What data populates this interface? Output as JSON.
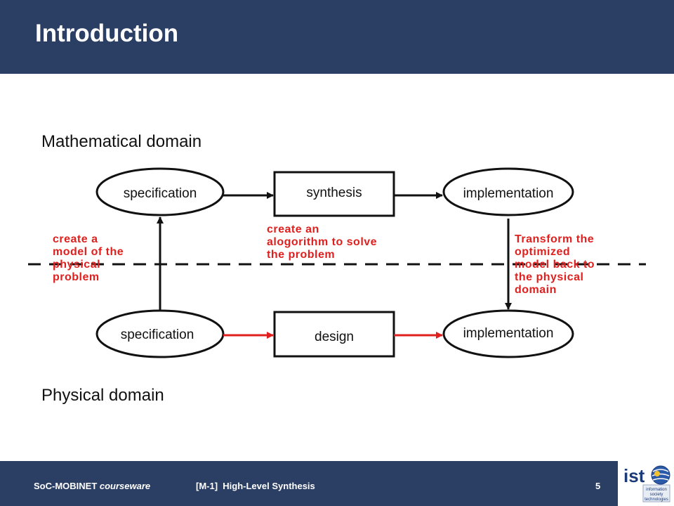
{
  "header": {
    "title": "Introduction"
  },
  "domains": {
    "mathematical": "Mathematical domain",
    "physical": "Physical domain"
  },
  "nodes": {
    "spec_top": "specification",
    "synthesis": "synthesis",
    "impl_top": "implementation",
    "spec_bottom": "specification",
    "design": "design",
    "impl_bottom": "implementation"
  },
  "annotations": {
    "left": [
      "create a",
      "model of the",
      "physical",
      "problem"
    ],
    "middle": [
      "create an",
      "alogorithm to solve",
      "the problem"
    ],
    "right": [
      "Transform the",
      "optimized",
      "model back to",
      "the physical",
      "domain"
    ]
  },
  "footer": {
    "course_prefix": "SoC-MOBINET ",
    "course_suffix": "courseware",
    "module": "[M-1]",
    "topic": "High-Level Synthesis",
    "page": "5"
  },
  "logo": {
    "text": "ist",
    "tagline": [
      "information",
      "society",
      "technologies"
    ]
  },
  "colors": {
    "bar": "#2b3e64",
    "accent_red": "#e0201e",
    "ink": "#111111"
  }
}
